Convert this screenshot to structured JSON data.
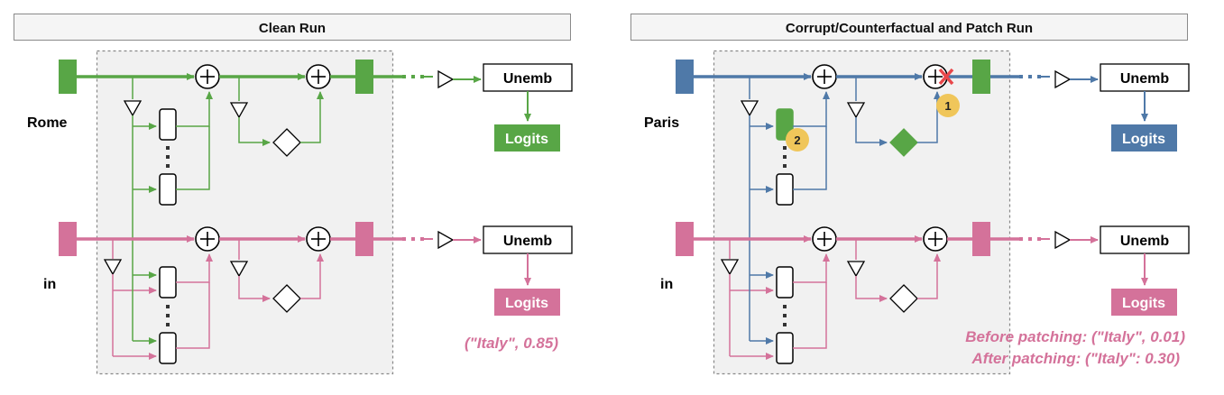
{
  "colors": {
    "green": "#58a646",
    "pink": "#d4729a",
    "blue": "#4f79a8",
    "badge": "#f0c65a",
    "x_mark": "#e8474a",
    "panel_bg": "#f1f1f1",
    "title_bg": "#f5f5f5"
  },
  "panels": [
    {
      "title": "Clean Run",
      "tokens": [
        "Rome",
        "in"
      ],
      "unemb_label": "Unemb",
      "logits_label": "Logits",
      "result": "(\"Italy\", 0.85)"
    },
    {
      "title": "Corrupt/Counterfactual and Patch Run",
      "tokens": [
        "Paris",
        "in"
      ],
      "unemb_label": "Unemb",
      "logits_label": "Logits",
      "result_before": "Before patching: (\"Italy\", 0.01)",
      "result_after": "After patching: (\"Italy\": 0.30)",
      "badges": [
        "1",
        "2"
      ]
    }
  ]
}
